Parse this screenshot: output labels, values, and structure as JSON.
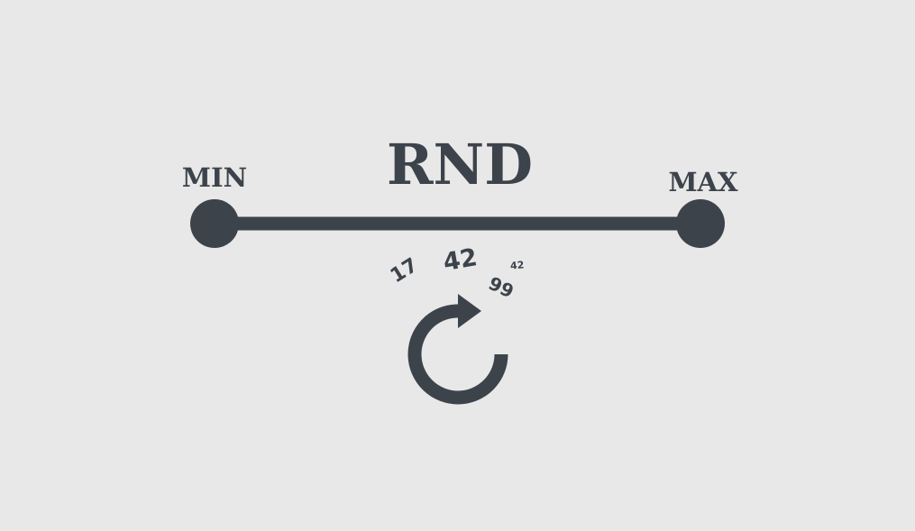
{
  "title": "RND",
  "min_label": "MIN",
  "max_label": "MAX",
  "numbers": [
    "17",
    "42",
    "99",
    "42"
  ],
  "colors": {
    "background": "#e8e8e8",
    "foreground": "#3d434b"
  }
}
